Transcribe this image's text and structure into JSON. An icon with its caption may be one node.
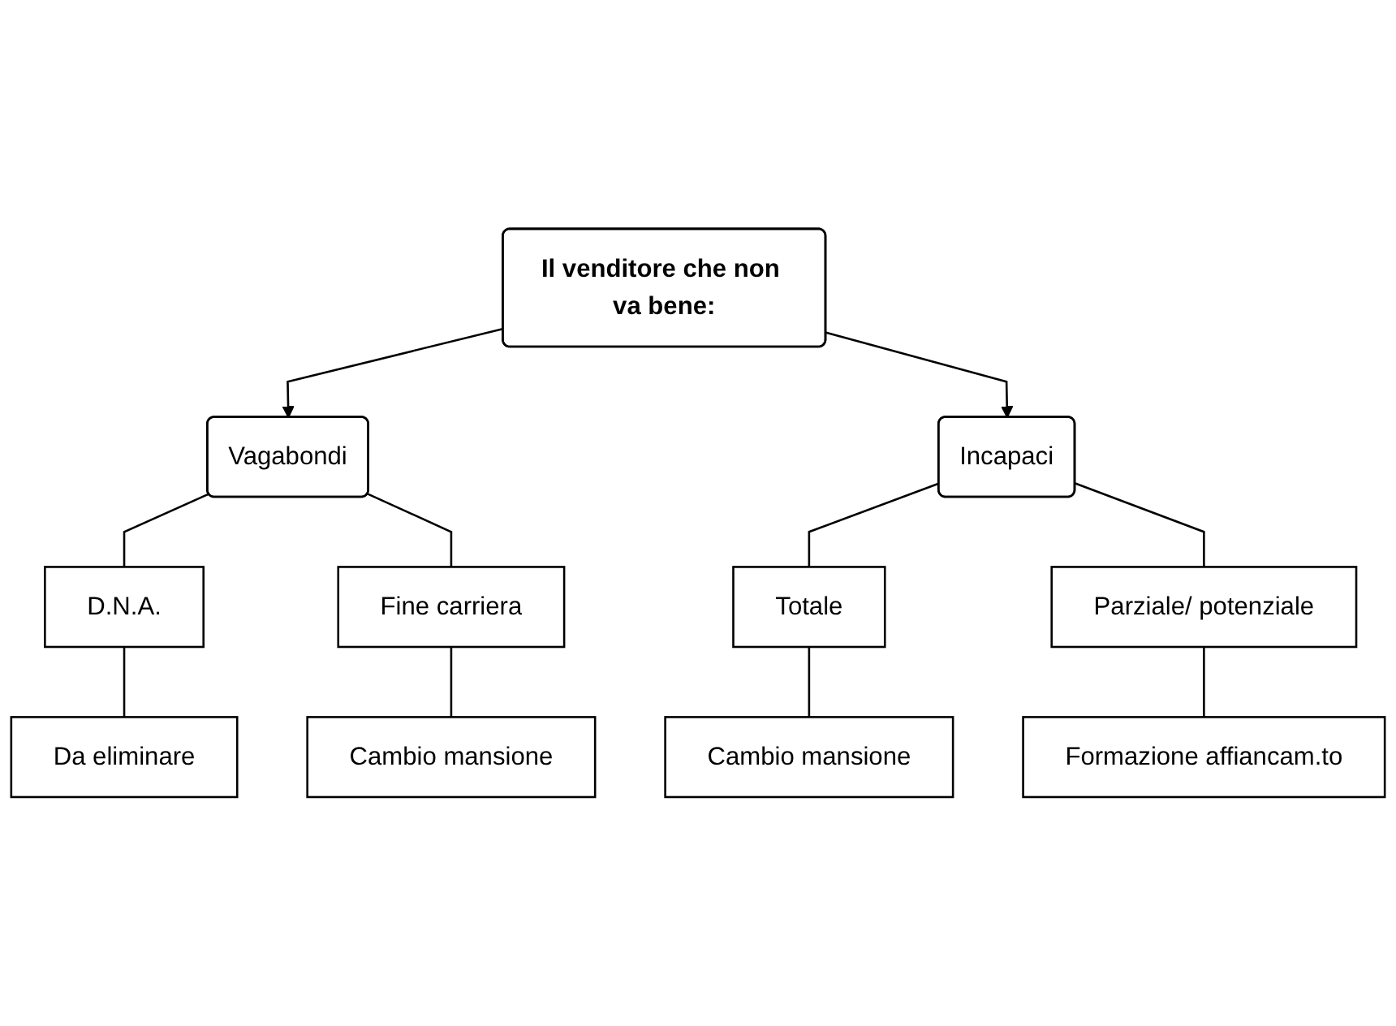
{
  "diagram": {
    "nodes": [
      {
        "text": [
          "Il venditore che non va bene:"
        ]
      },
      {
        "text": [
          "Vagabondi"
        ]
      },
      {
        "text": [
          "Incapaci"
        ]
      },
      {
        "text": [
          "D.N.A."
        ]
      },
      {
        "text": [
          "Fine carriera"
        ]
      },
      {
        "text": [
          "Totale"
        ]
      },
      {
        "text": [
          "Parziale/ potenziale"
        ]
      },
      {
        "text": [
          "Da eliminare"
        ]
      },
      {
        "text": [
          "Cambio mansione"
        ]
      },
      {
        "text": [
          "Cambio mansione"
        ]
      },
      {
        "text": [
          "Formazione affiancam.to"
        ]
      }
    ],
    "edges": [
      {
        "from": 0,
        "to": 1,
        "arrow": "to"
      },
      {
        "from": 0,
        "to": 2,
        "arrow": "to"
      },
      {
        "from": 1,
        "to": 3,
        "arrow": "none"
      },
      {
        "from": 1,
        "to": 4,
        "arrow": "none"
      },
      {
        "from": 2,
        "to": 5,
        "arrow": "none"
      },
      {
        "from": 2,
        "to": 6,
        "arrow": "none"
      },
      {
        "from": 3,
        "to": 7,
        "arrow": "none"
      },
      {
        "from": 4,
        "to": 8,
        "arrow": "none"
      },
      {
        "from": 5,
        "to": 9,
        "arrow": "none"
      },
      {
        "from": 6,
        "to": 10,
        "arrow": "none"
      }
    ]
  }
}
